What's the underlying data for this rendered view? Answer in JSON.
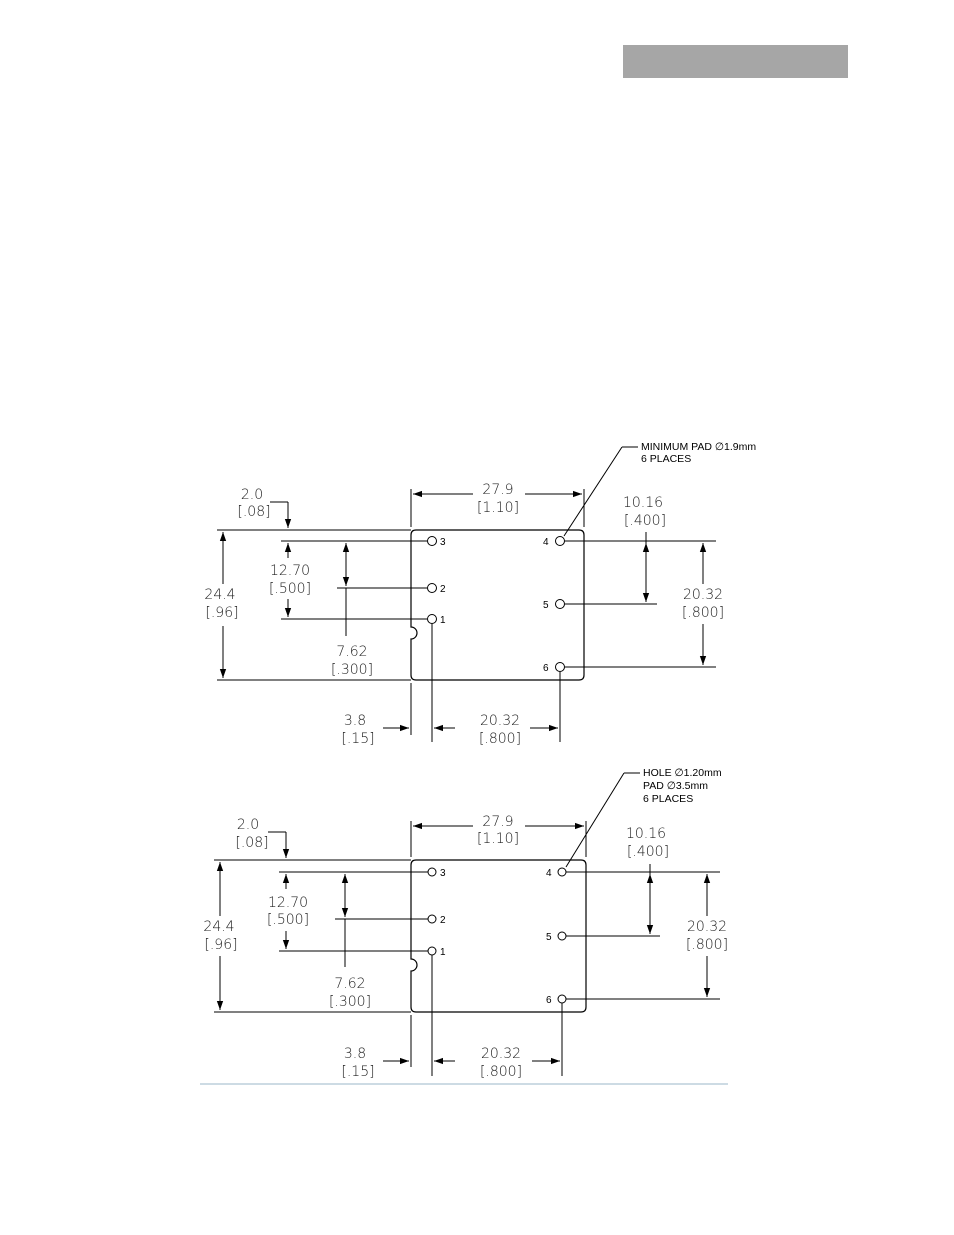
{
  "header": {
    "bar_color": "#a6a6a6"
  },
  "drawings": [
    {
      "callout": [
        "MINIMUM PAD ∅1.9mm",
        "6 PLACES"
      ],
      "dims": {
        "width_mm": "27.9",
        "width_in": "[1.10]",
        "notch_mm": "2.0",
        "notch_in": "[.08]",
        "height_mm": "24.4",
        "height_in": "[.96]",
        "pin13_mm": "12.70",
        "pin13_in": "[.500]",
        "pin2_mm": "7.62",
        "pin2_in": "[.300]",
        "pin4_mm": "10.16",
        "pin4_in": "[.400]",
        "pin46_mm": "20.32",
        "pin46_in": "[.800]",
        "edge_mm": "3.8",
        "edge_in": "[.15]",
        "pitch_mm": "20.32",
        "pitch_in": "[.800]"
      },
      "pins": [
        "1",
        "2",
        "3",
        "4",
        "5",
        "6"
      ]
    },
    {
      "callout": [
        "HOLE ∅1.20mm",
        "PAD ∅3.5mm",
        "6 PLACES"
      ],
      "dims": {
        "width_mm": "27.9",
        "width_in": "[1.10]",
        "notch_mm": "2.0",
        "notch_in": "[.08]",
        "height_mm": "24.4",
        "height_in": "[.96]",
        "pin13_mm": "12.70",
        "pin13_in": "[.500]",
        "pin2_mm": "7.62",
        "pin2_in": "[.300]",
        "pin4_mm": "10.16",
        "pin4_in": "[.400]",
        "pin46_mm": "20.32",
        "pin46_in": "[.800]",
        "edge_mm": "3.8",
        "edge_in": "[.15]",
        "pitch_mm": "20.32",
        "pitch_in": "[.800]"
      },
      "pins": [
        "1",
        "2",
        "3",
        "4",
        "5",
        "6"
      ]
    }
  ]
}
